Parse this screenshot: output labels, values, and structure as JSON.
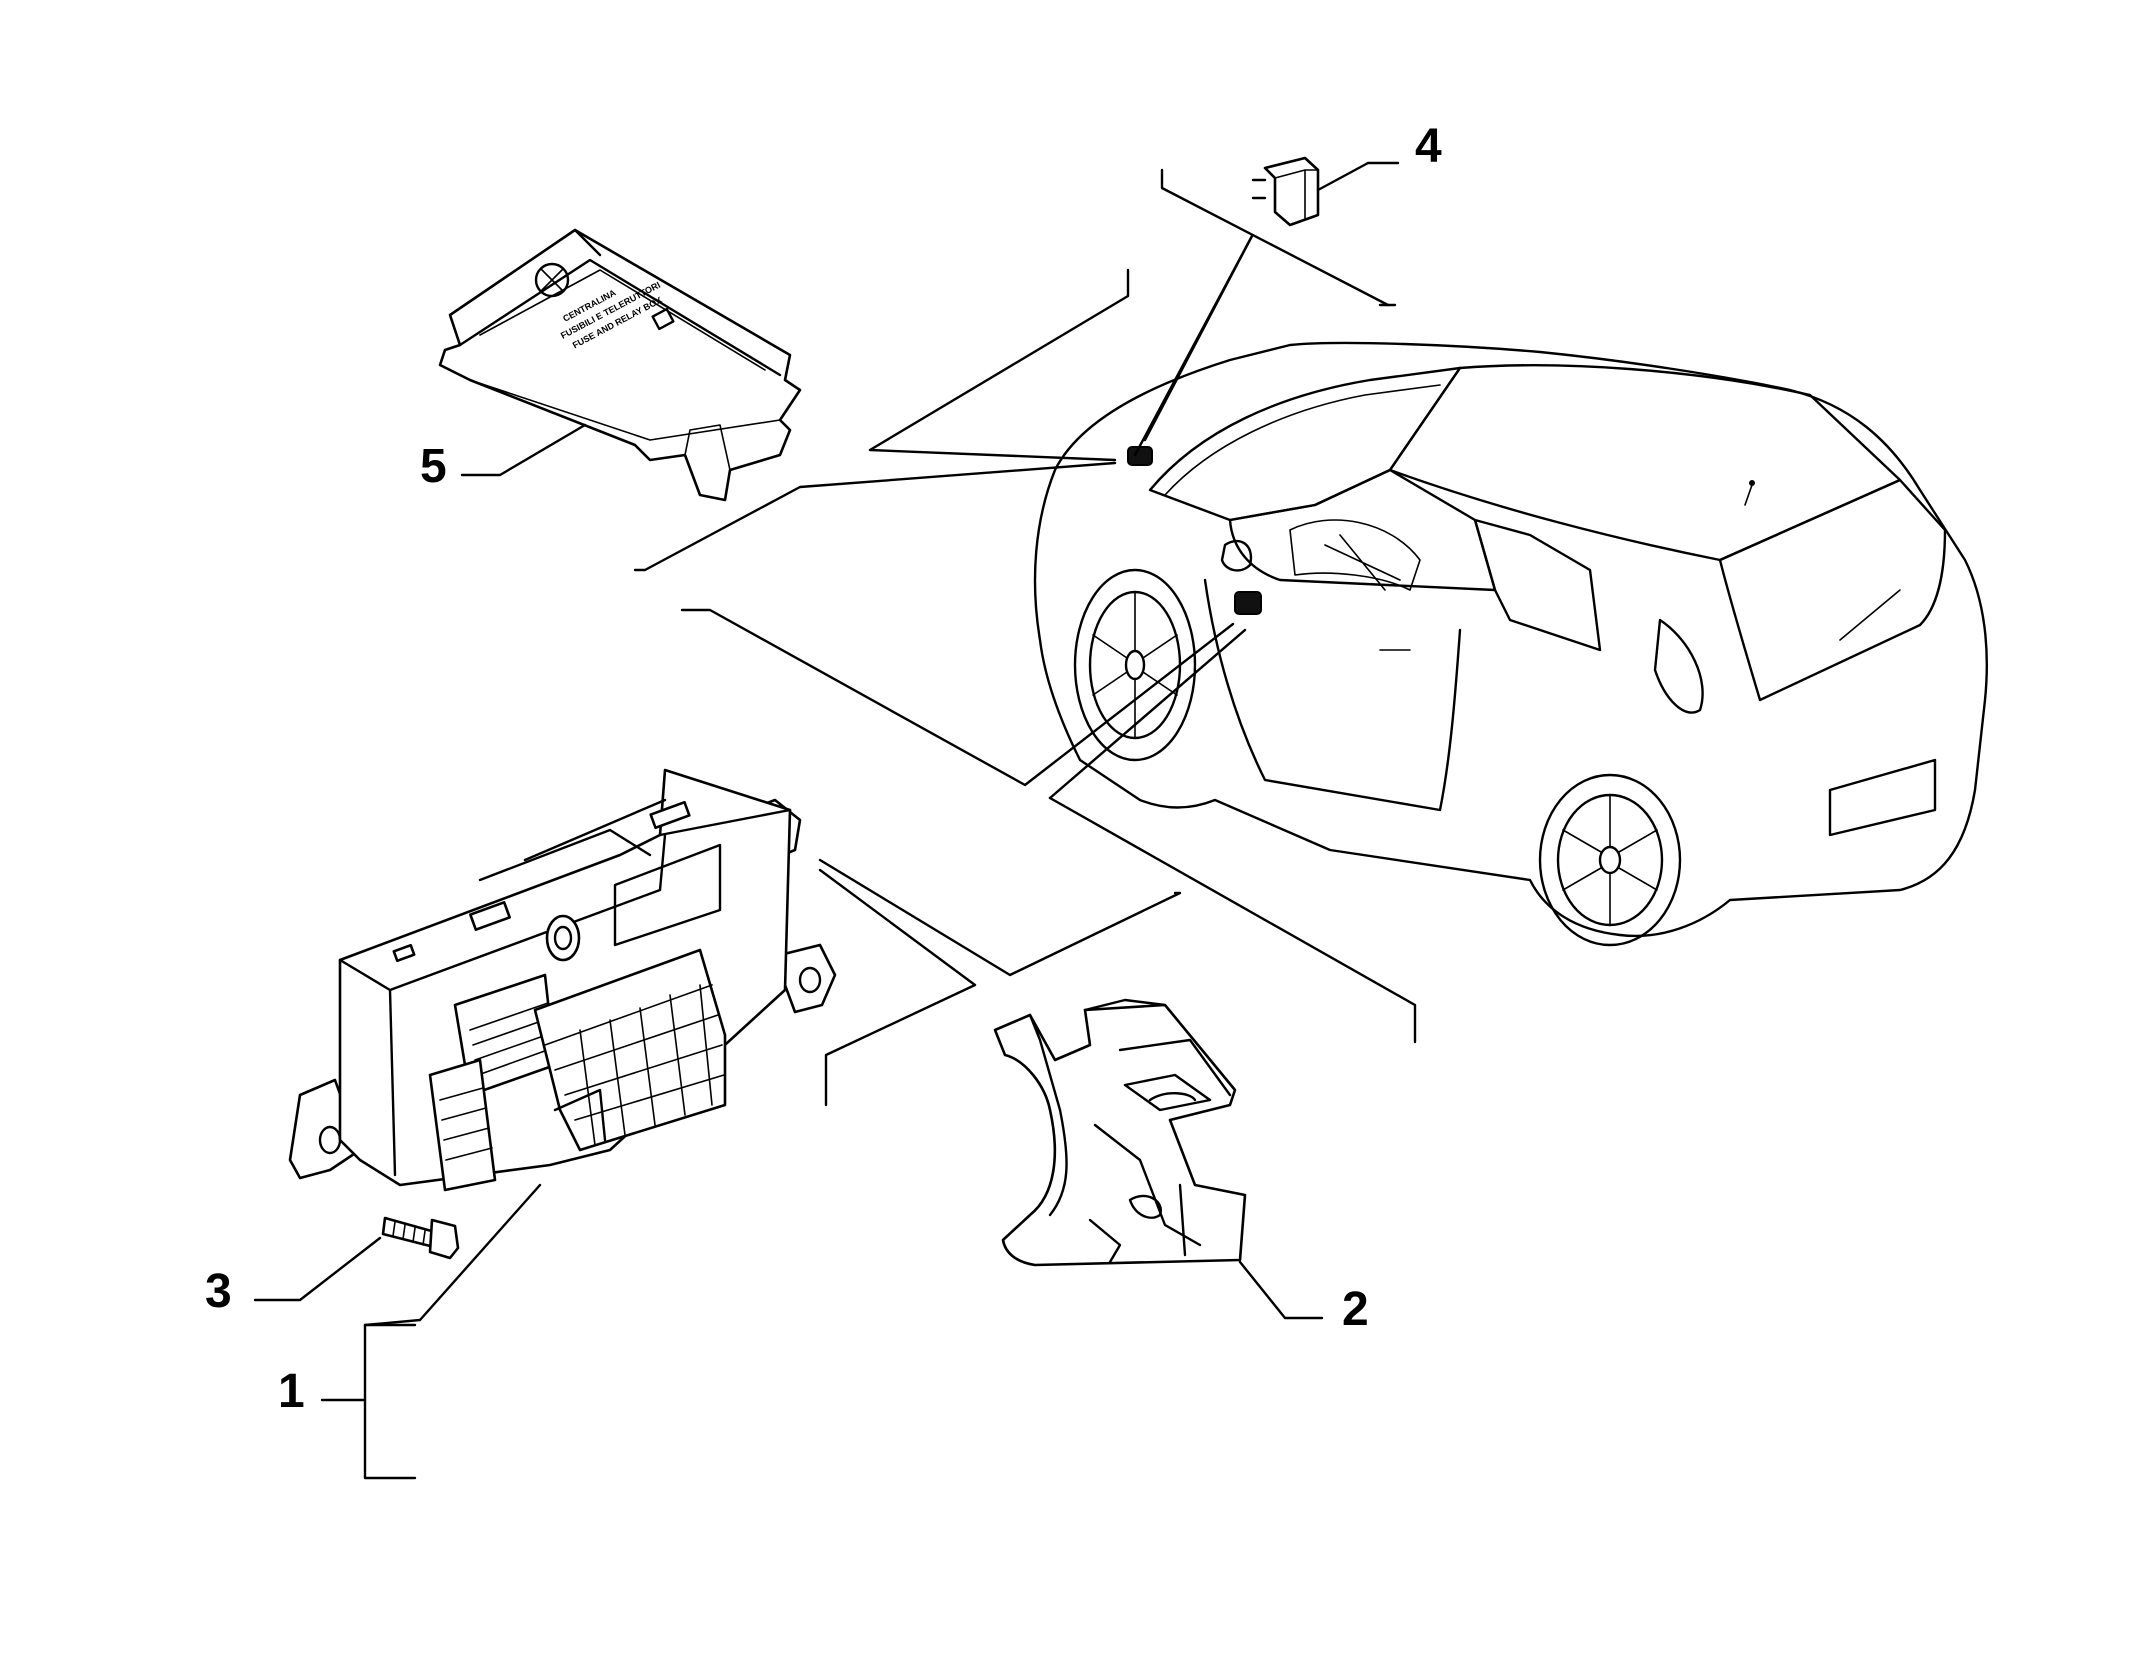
{
  "callouts": [
    {
      "id": "1",
      "label": "1"
    },
    {
      "id": "2",
      "label": "2"
    },
    {
      "id": "3",
      "label": "3"
    },
    {
      "id": "4",
      "label": "4"
    },
    {
      "id": "5",
      "label": "5"
    }
  ],
  "relay_box_cover": {
    "label_lines": [
      "CENTRALINA",
      "FUSIBILI E TELERUTTORI",
      "FUSE AND RELAY BOX"
    ]
  }
}
